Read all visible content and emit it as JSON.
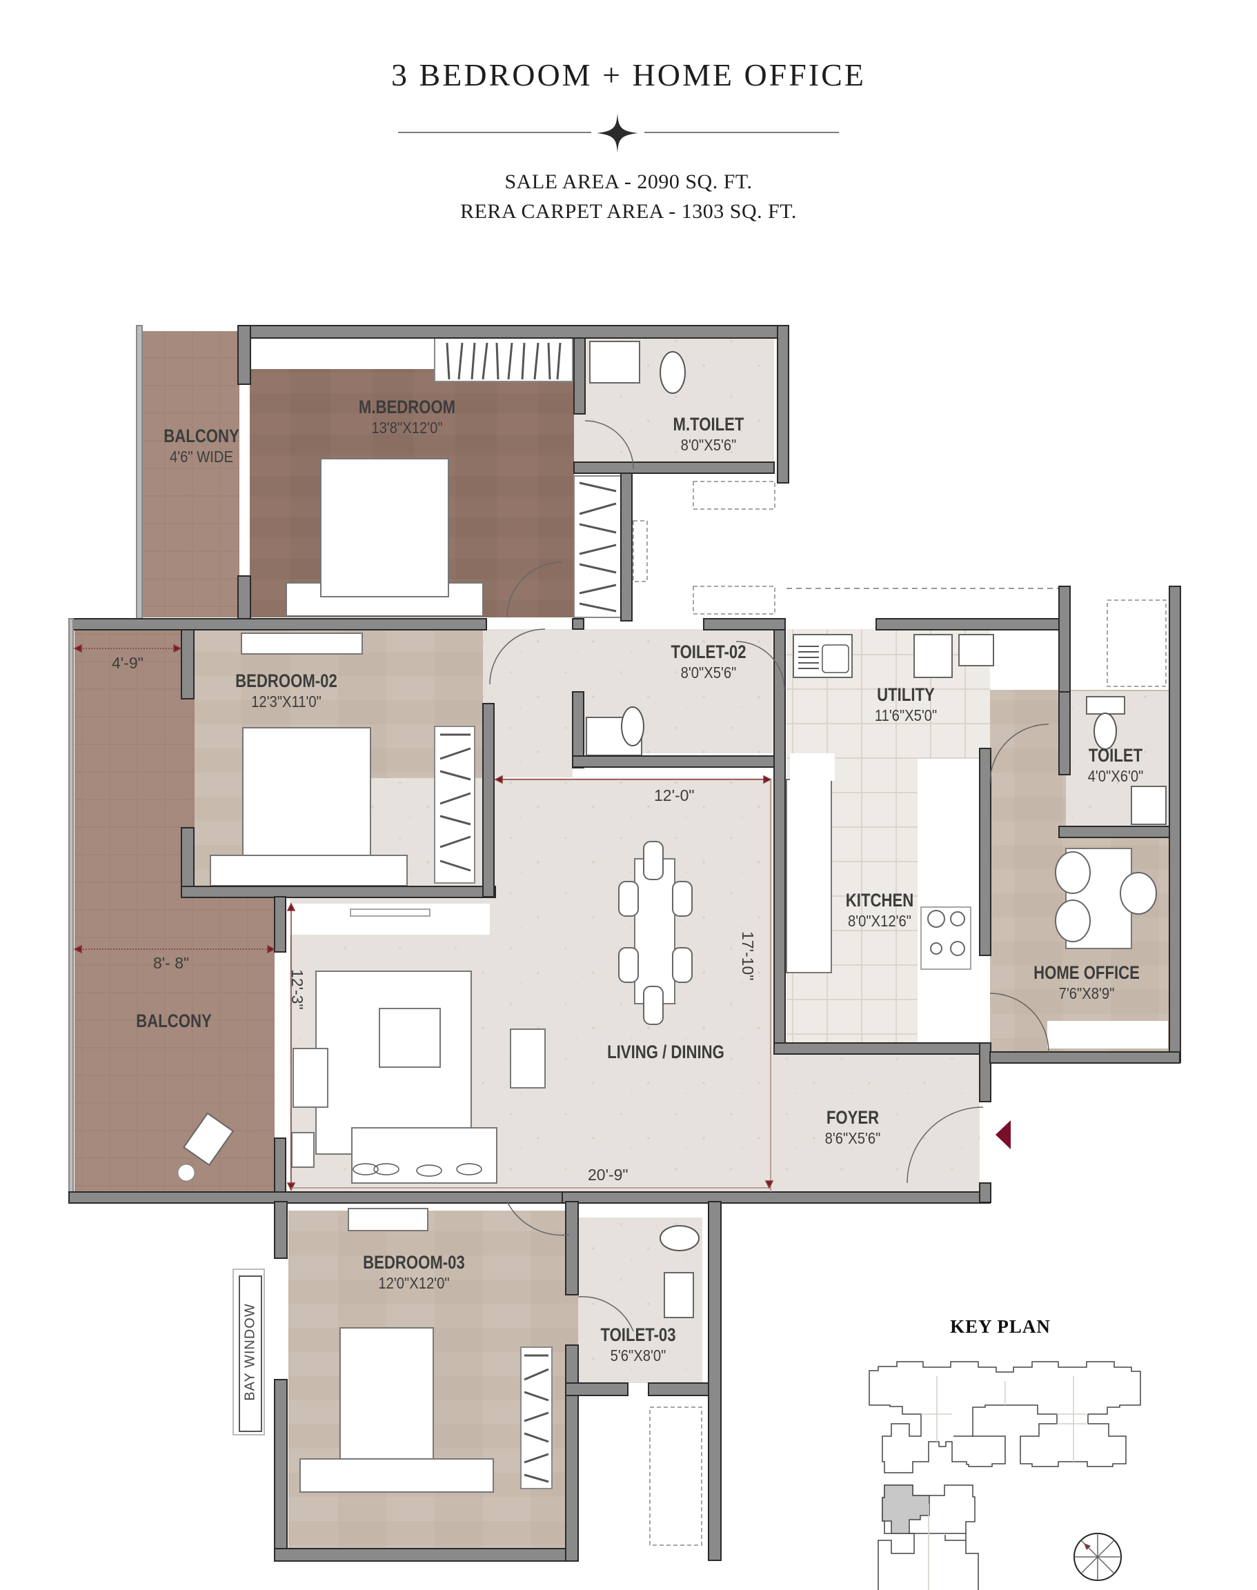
{
  "header": {
    "title": "3 BEDROOM + HOME OFFICE",
    "sale_area": "SALE AREA - 2090 SQ. FT.",
    "rera_carpet_area": "RERA CARPET AREA - 1303 SQ. FT."
  },
  "colors": {
    "wall": "#8a8a8a",
    "wall_outline": "#2a2a2a",
    "dark_wood": "#8f7266",
    "balcony_wood": "#a58a7d",
    "light_wood": "#c9bcaf",
    "stone": "#e6e1dc",
    "tile": "#ede9e4",
    "dimension_accent": "#7a1a2a",
    "entry_marker": "#7a0f2a"
  },
  "rooms": {
    "balcony_top": {
      "name": "BALCONY",
      "dim": "4'6\" WIDE"
    },
    "master_bedroom": {
      "name": "M.BEDROOM",
      "dim": "13'8\"X12'0\""
    },
    "master_toilet": {
      "name": "M.TOILET",
      "dim": "8'0\"X5'6\""
    },
    "bedroom_02": {
      "name": "BEDROOM-02",
      "dim": "12'3\"X11'0\""
    },
    "toilet_02": {
      "name": "TOILET-02",
      "dim": "8'0\"X5'6\""
    },
    "utility": {
      "name": "UTILITY",
      "dim": "11'6\"X5'0\""
    },
    "toilet": {
      "name": "TOILET",
      "dim": "4'0\"X6'0\""
    },
    "kitchen": {
      "name": "KITCHEN",
      "dim": "8'0\"X12'6\""
    },
    "home_office": {
      "name": "HOME OFFICE",
      "dim": "7'6\"X8'9\""
    },
    "balcony_left": {
      "name": "BALCONY"
    },
    "living_dining": {
      "name": "LIVING / DINING"
    },
    "foyer": {
      "name": "FOYER",
      "dim": "8'6\"X5'6\""
    },
    "bedroom_03": {
      "name": "BEDROOM-03",
      "dim": "12'0\"X12'0\""
    },
    "toilet_03": {
      "name": "TOILET-03",
      "dim": "5'6\"X8'0\""
    },
    "bay_window": {
      "name": "BAY WINDOW"
    }
  },
  "dimensions": {
    "balcony_width_top": "4'-9\"",
    "balcony_width_bottom": "8'- 8\"",
    "dining_width": "12'-0\"",
    "dining_depth": "17'-10\"",
    "living_depth": "12'-3\"",
    "living_width": "20'-9\""
  },
  "key_plan": {
    "title": "KEY PLAN",
    "compass_icon": "north-compass-icon"
  },
  "icons": {
    "divider": "four-point-star-icon",
    "entry": "entry-arrow-icon"
  }
}
